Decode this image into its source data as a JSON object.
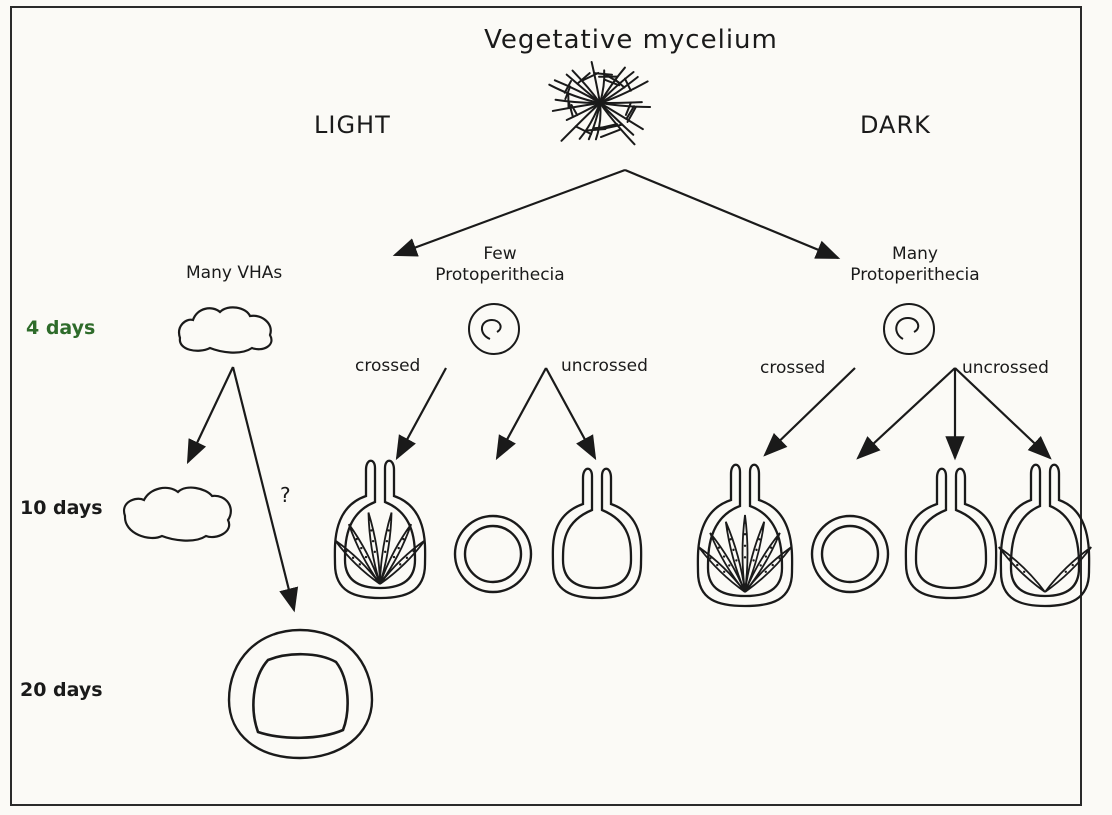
{
  "title": "Vegetative mycelium",
  "conditions": {
    "light": "LIGHT",
    "dark": "DARK"
  },
  "branches": {
    "vhas": "Many VHAs",
    "few_line1": "Few",
    "few_line2": "Protoperithecia",
    "many_line1": "Many",
    "many_line2": "Protoperithecia"
  },
  "crossing": {
    "light_crossed": "crossed",
    "light_uncrossed": "uncrossed",
    "dark_crossed": "crossed",
    "dark_uncrossed": "uncrossed"
  },
  "uncertain_mark": "?",
  "time_points": {
    "t4": "4 days",
    "t10": "10 days",
    "t20": "20 days"
  },
  "colors": {
    "ink": "#1a1a1a",
    "day4_accent": "#2e6b2a",
    "paper": "#fbfaf6"
  }
}
